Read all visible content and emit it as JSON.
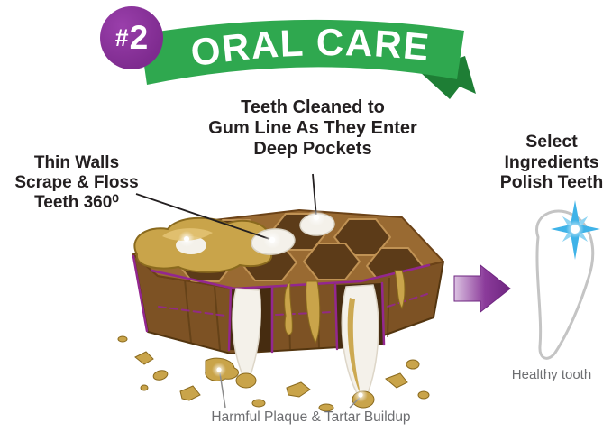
{
  "banner": {
    "number_prefix": "#",
    "number_value": "2",
    "title": "ORAL CARE"
  },
  "annotations": {
    "left": "Thin Walls\nScrape & Floss\nTeeth 360⁰",
    "top": "Teeth Cleaned to\nGum Line As They Enter\nDeep Pockets",
    "right": "Select\nIngredients\nPolish Teeth"
  },
  "captions": {
    "healthy_tooth": "Healthy tooth",
    "bottom": "Harmful Plaque & Tartar Buildup"
  },
  "colors": {
    "ribbon_green": "#2fa84f",
    "ribbon_fold_green": "#1e7e35",
    "badge_purple": "#7e2b8f",
    "text_dark": "#231f20",
    "text_gray": "#6d6e71",
    "chew_brown": "#996a32",
    "chew_brown_dark": "#7d5224",
    "plaque_gold": "#c9a44a",
    "cutline_purple": "#93278f",
    "arrow_purple": "#7c2c8c",
    "sparkle_blue": "#3fb3e8",
    "tooth_outline_gray": "#c4c4c4"
  }
}
